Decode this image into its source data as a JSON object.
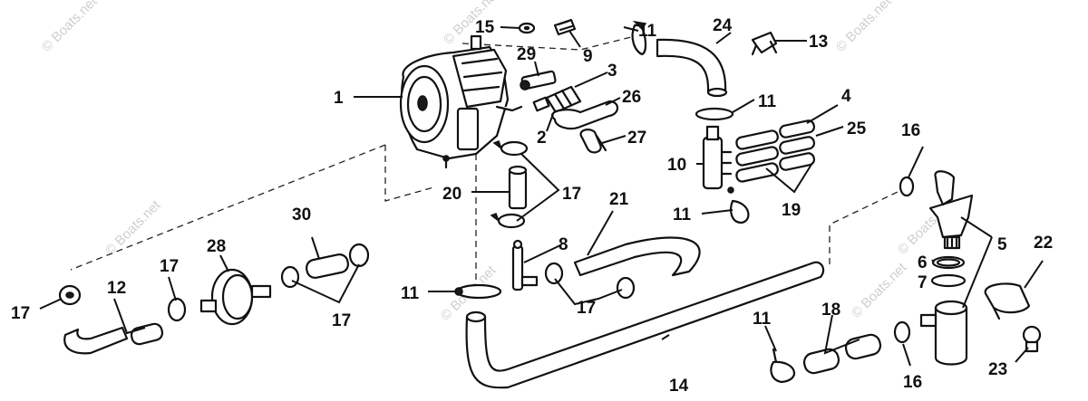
{
  "watermark": "© Boats.net",
  "callouts": {
    "c1": "1",
    "c2": "2",
    "c3": "3",
    "c4": "4",
    "c5": "5",
    "c6": "6",
    "c7": "7",
    "c8": "8",
    "c9": "9",
    "c10": "10",
    "c11a": "11",
    "c11b": "11",
    "c11c": "11",
    "c11d": "11",
    "c11e": "11",
    "c12": "12",
    "c13": "13",
    "c14": "14",
    "c15": "15",
    "c16a": "16",
    "c16b": "16",
    "c17a": "17",
    "c17b": "17",
    "c17c": "17",
    "c17d": "17",
    "c17e": "17",
    "c18": "18",
    "c19": "19",
    "c20": "20",
    "c21": "21",
    "c22": "22",
    "c23": "23",
    "c24": "24",
    "c25": "25",
    "c26": "26",
    "c27": "27",
    "c28": "28",
    "c29": "29",
    "c30": "30"
  }
}
